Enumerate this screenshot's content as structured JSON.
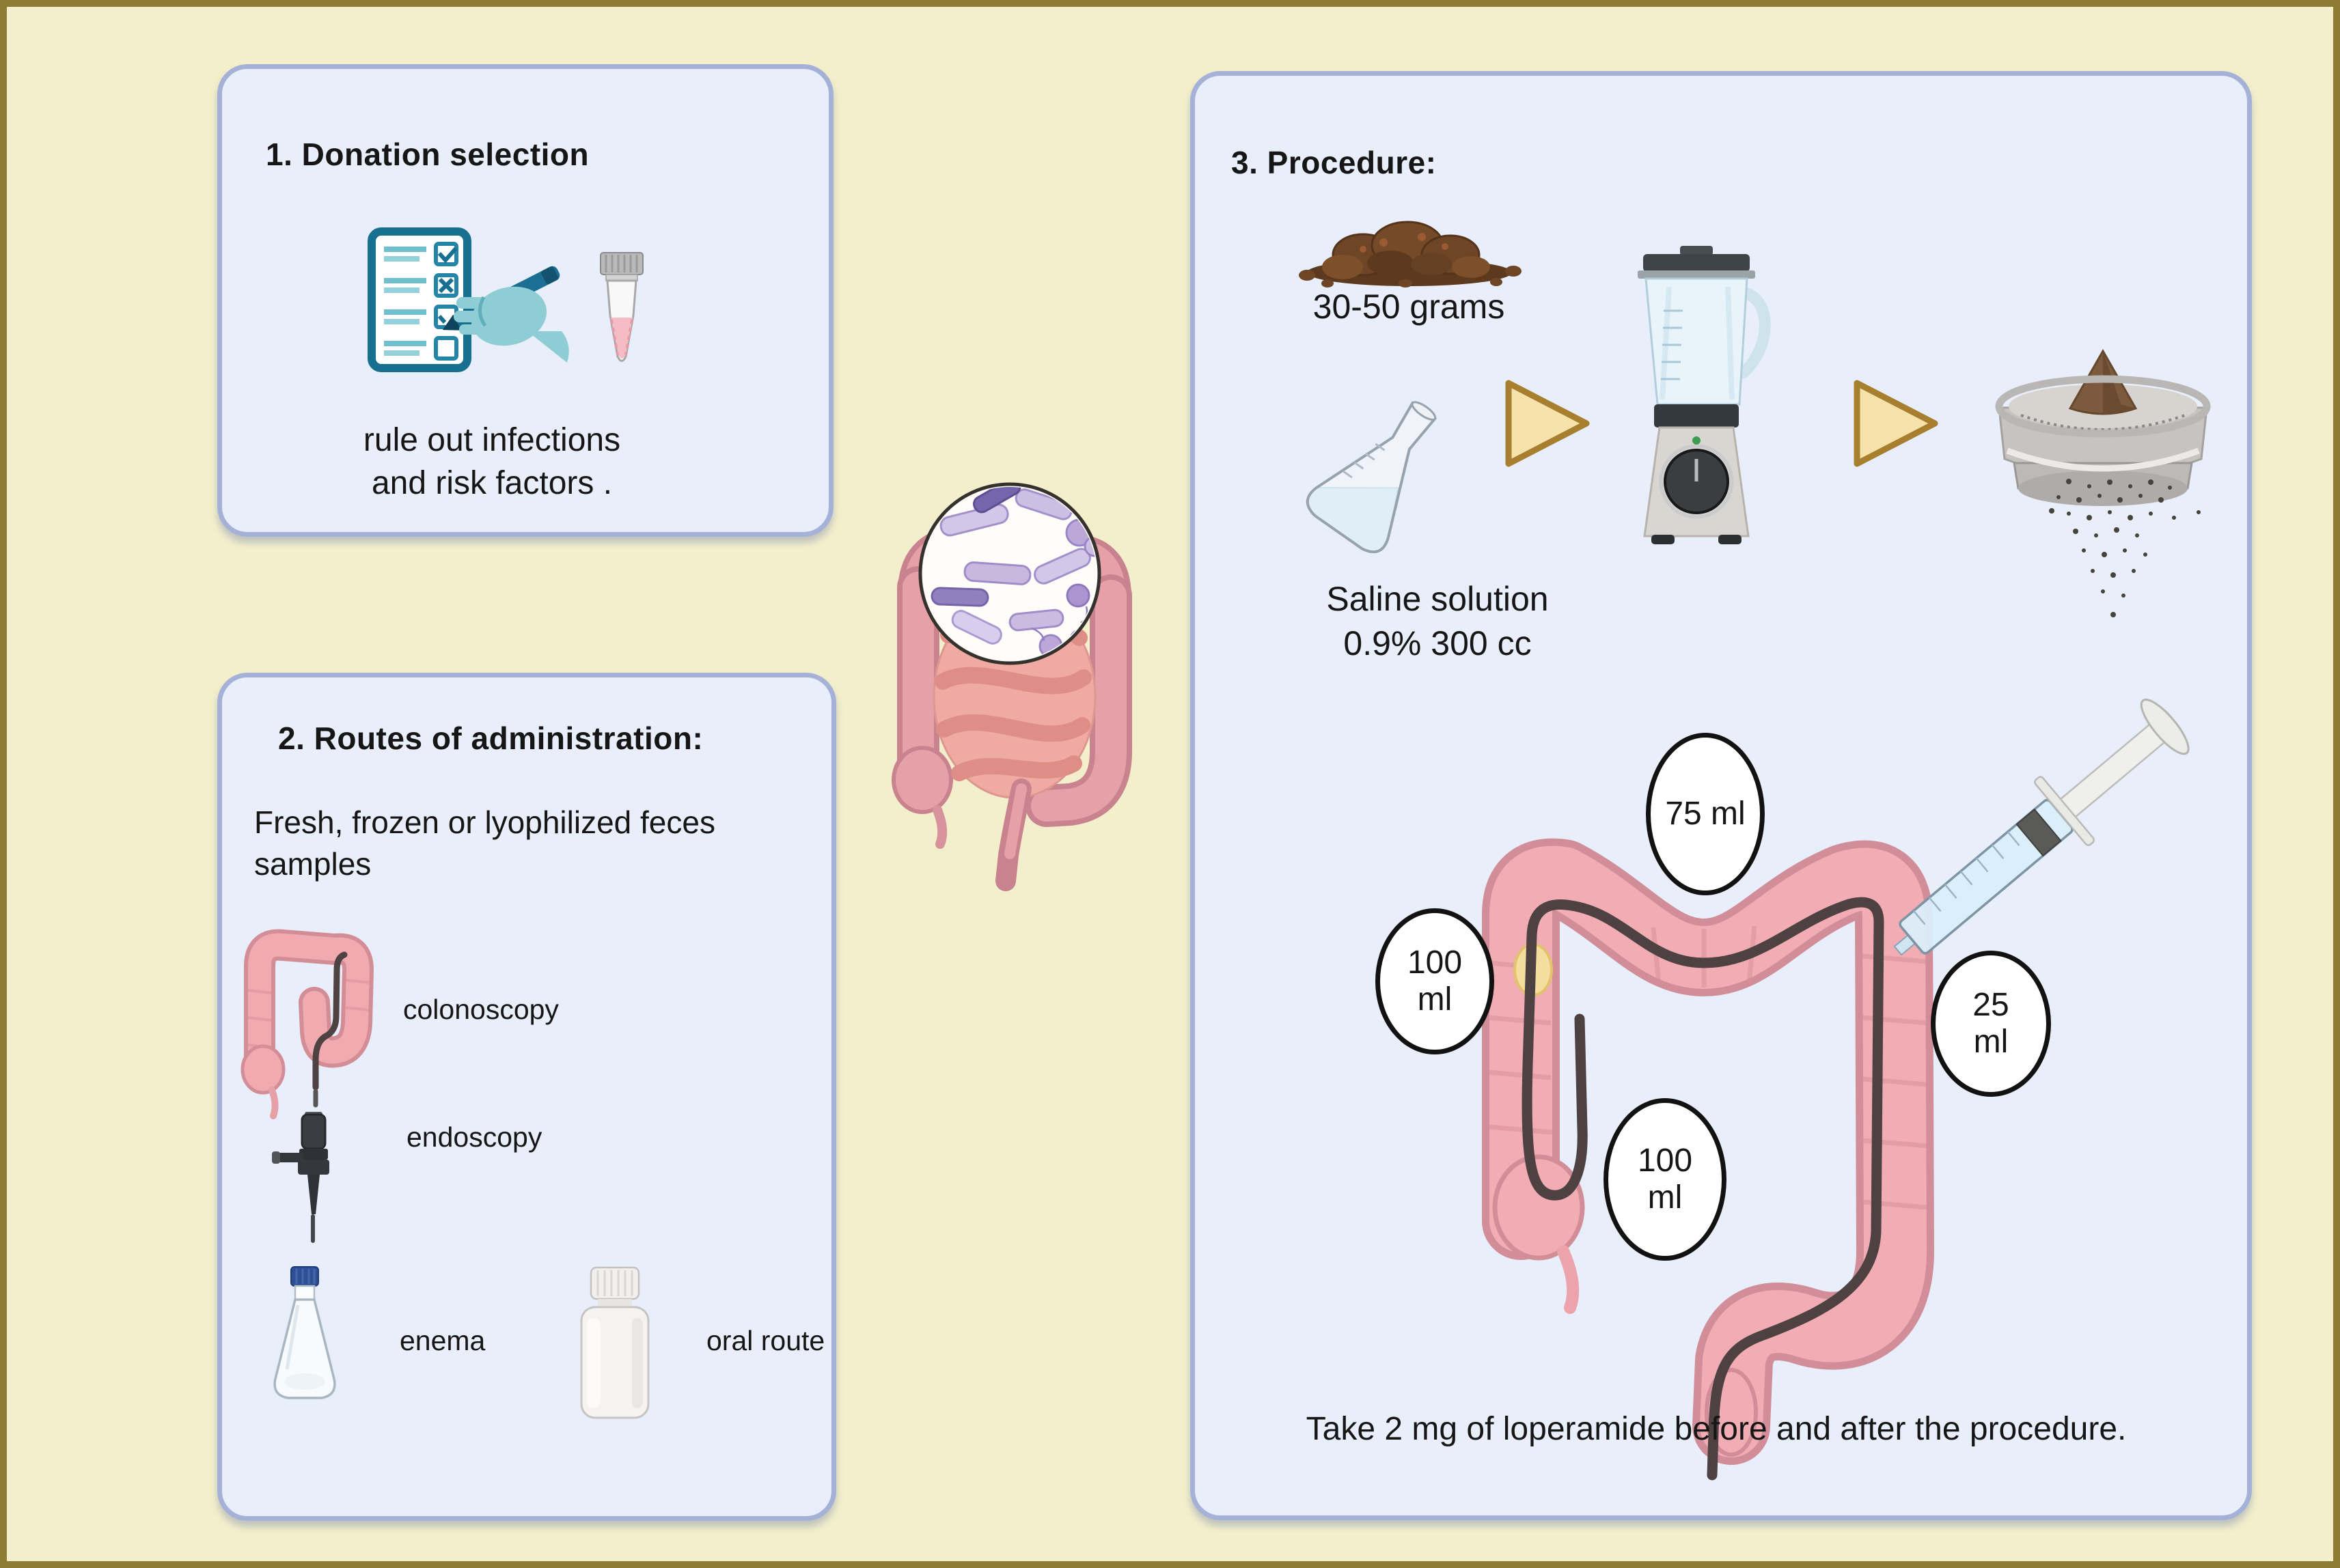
{
  "figure": {
    "background_color": "#f3efcc",
    "frame_color": "#8c7c34",
    "panel_bg": "#e8eefa",
    "panel_border": "#a6b1d7",
    "accent_arrow": "#f6e3ac",
    "colon_pink": "#f2acb3",
    "bacteria_purple": "#cdbfe3"
  },
  "panels": {
    "donation": {
      "title": "1.  Donation selection",
      "icons": [
        "checklist-with-hand-icon",
        "sample-tube-icon"
      ],
      "caption_line1": "rule out infections",
      "caption_line2": "and risk factors ."
    },
    "routes": {
      "title": "2. Routes of administration:",
      "intro": "Fresh, frozen or  lyophilized feces samples",
      "items": [
        {
          "icon": "colon-icon",
          "label": "colonoscopy"
        },
        {
          "icon": "endoscope-icon",
          "label": "endoscopy"
        },
        {
          "icon": "enema-flask-icon",
          "label": "enema"
        },
        {
          "icon": "oral-bottle-icon",
          "label": "oral route"
        }
      ]
    },
    "procedure": {
      "title": "3. Procedure:",
      "feces_amount": "30-50 grams",
      "saline_line1": "Saline solution",
      "saline_line2": "0.9% 300 cc",
      "flow_icons": [
        "feces-pile-icon",
        "saline-flask-icon",
        "arrow-right-icon",
        "blender-icon",
        "arrow-right-icon",
        "sieve-icon"
      ],
      "volumes": {
        "transverse": "75 ml",
        "left": "100\nml",
        "bottom": "100\nml",
        "right": "25\nml"
      },
      "note": "Take 2 mg of loperamide before and after the procedure."
    },
    "center_illustration": [
      "intestines-icon",
      "magnifier-lens-icon",
      "bacteria-icons"
    ]
  }
}
